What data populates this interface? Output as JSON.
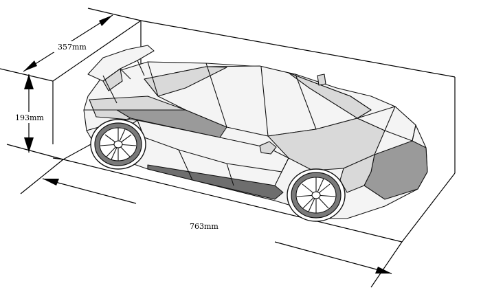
{
  "dimensions": {
    "width": "357mm",
    "height": "193mm",
    "length": "763mm"
  }
}
